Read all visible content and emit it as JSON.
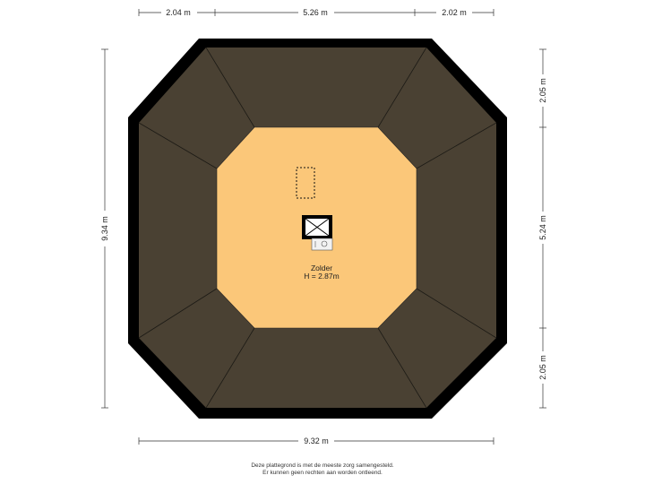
{
  "dimensions": {
    "top_left": "2.04 m",
    "top_middle": "5.26 m",
    "top_right": "2.02 m",
    "left": "9.34 m",
    "right_top": "2.05 m",
    "right_middle": "5.24 m",
    "right_bottom": "2.05 m",
    "bottom": "9.32 m"
  },
  "room": {
    "name": "Zolder",
    "height": "H = 2.87m"
  },
  "footer": {
    "line1": "Deze plattegrond is met de meeste zorg samengesteld.",
    "line2": "Er kunnen geen rechten aan worden ontleend."
  },
  "colors": {
    "wall": "#000000",
    "roof": "#4a4133",
    "floor": "#fbc779",
    "dimension_line": "#333333"
  }
}
